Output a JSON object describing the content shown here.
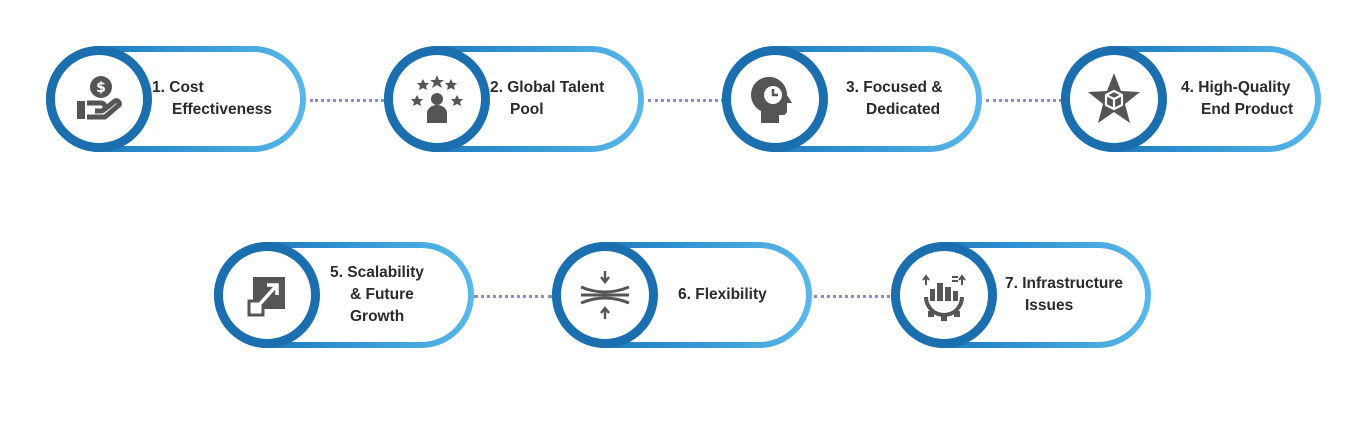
{
  "diagram": {
    "items": [
      {
        "number": "1.",
        "line1": "Cost",
        "line2": "Effectiveness",
        "icon": "money-hand-icon"
      },
      {
        "number": "2.",
        "line1": "Global Talent",
        "line2": "Pool",
        "icon": "talent-stars-icon"
      },
      {
        "number": "3.",
        "line1": "Focused &",
        "line2": "Dedicated",
        "icon": "head-clock-icon"
      },
      {
        "number": "4.",
        "line1": "High-Quality",
        "line2": "End Product",
        "icon": "star-box-icon"
      },
      {
        "number": "5.",
        "line1": "Scalability",
        "line2": "& Future",
        "line3": "Growth",
        "icon": "scale-arrow-icon"
      },
      {
        "number": "6.",
        "line1": "Flexibility",
        "line2": "",
        "icon": "flex-compress-icon"
      },
      {
        "number": "7.",
        "line1": "Infrastructure",
        "line2": "Issues",
        "icon": "gear-chart-icon"
      }
    ],
    "colors": {
      "gradient_start": "#1a6aa8",
      "gradient_end": "#5ab8ea",
      "icon_fill": "#555555",
      "connector": "#8a8ec8",
      "text": "#2b2b2b"
    }
  }
}
